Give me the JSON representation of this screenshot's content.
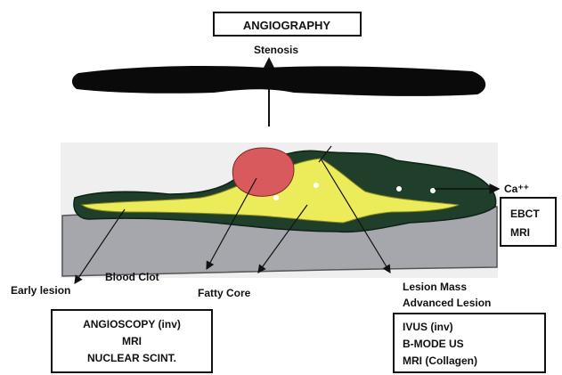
{
  "top": {
    "method_box": "ANGIOGRAPHY",
    "stenosis_label": "Stenosis"
  },
  "labels": {
    "ca": "Ca⁺⁺",
    "blood_clot": "Blood Clot",
    "early_lesion": "Early lesion",
    "fatty_core": "Fatty Core",
    "lesion_mass": "Lesion Mass",
    "advanced_lesion": "Advanced Lesion"
  },
  "boxes": {
    "right_small": [
      "EBCT",
      "MRI"
    ],
    "bottom_left": [
      "ANGIOSCOPY (inv)",
      "MRI",
      "NUCLEAR SCINT."
    ],
    "bottom_right": [
      "IVUS (inv)",
      "B-MODE US",
      "MRI (Collagen)"
    ]
  },
  "colors": {
    "plaque_green": "#1f3f2a",
    "fatty_yellow": "#ecec5a",
    "clot_red": "#d85a5c",
    "wall_gray": "#a5a7ad",
    "ink": "#111111"
  }
}
